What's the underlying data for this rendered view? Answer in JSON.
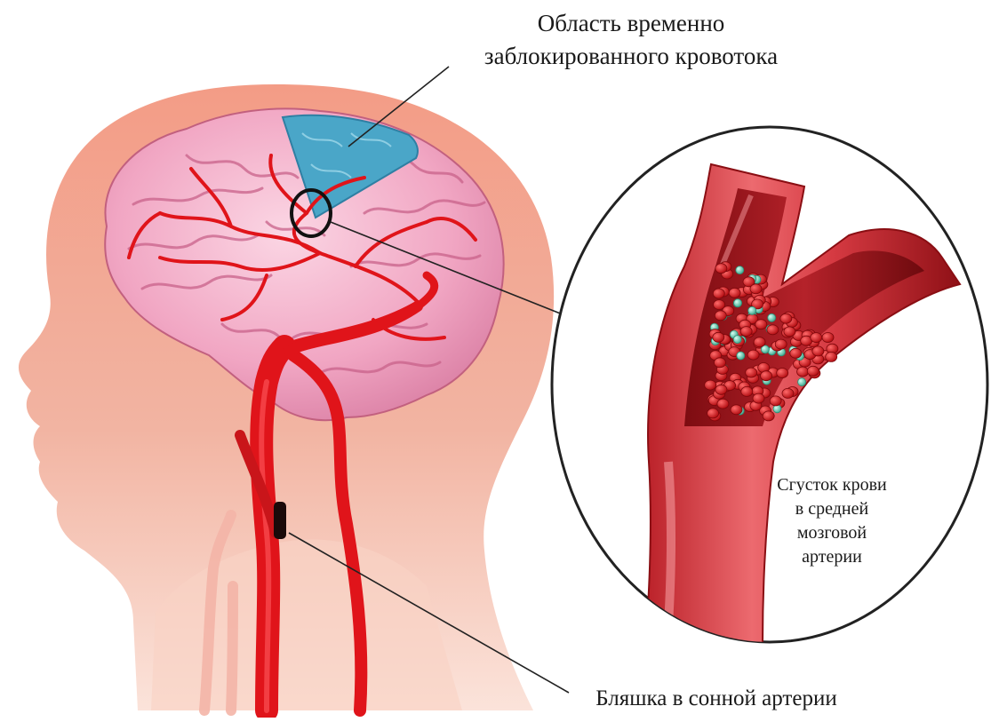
{
  "labels": {
    "blocked_area": [
      "Область временно",
      "заблокированного кровотока"
    ],
    "clot": [
      "Сгусток крови",
      "в средней",
      "мозговой",
      "артерии"
    ],
    "plaque": "Бляшка в сонной артерии"
  },
  "colors": {
    "head": "#f0a591",
    "head_light": "#f7c9b8",
    "brain": "#f2aec6",
    "brain_fold": "#c9628a",
    "artery": "#e0141a",
    "artery_dark": "#9c0d10",
    "blocked_area": "#4aa6c8",
    "vessel_wall": "#d9535a",
    "vessel_inner": "#a8181e",
    "clot_green": "#6cc9b3"
  }
}
